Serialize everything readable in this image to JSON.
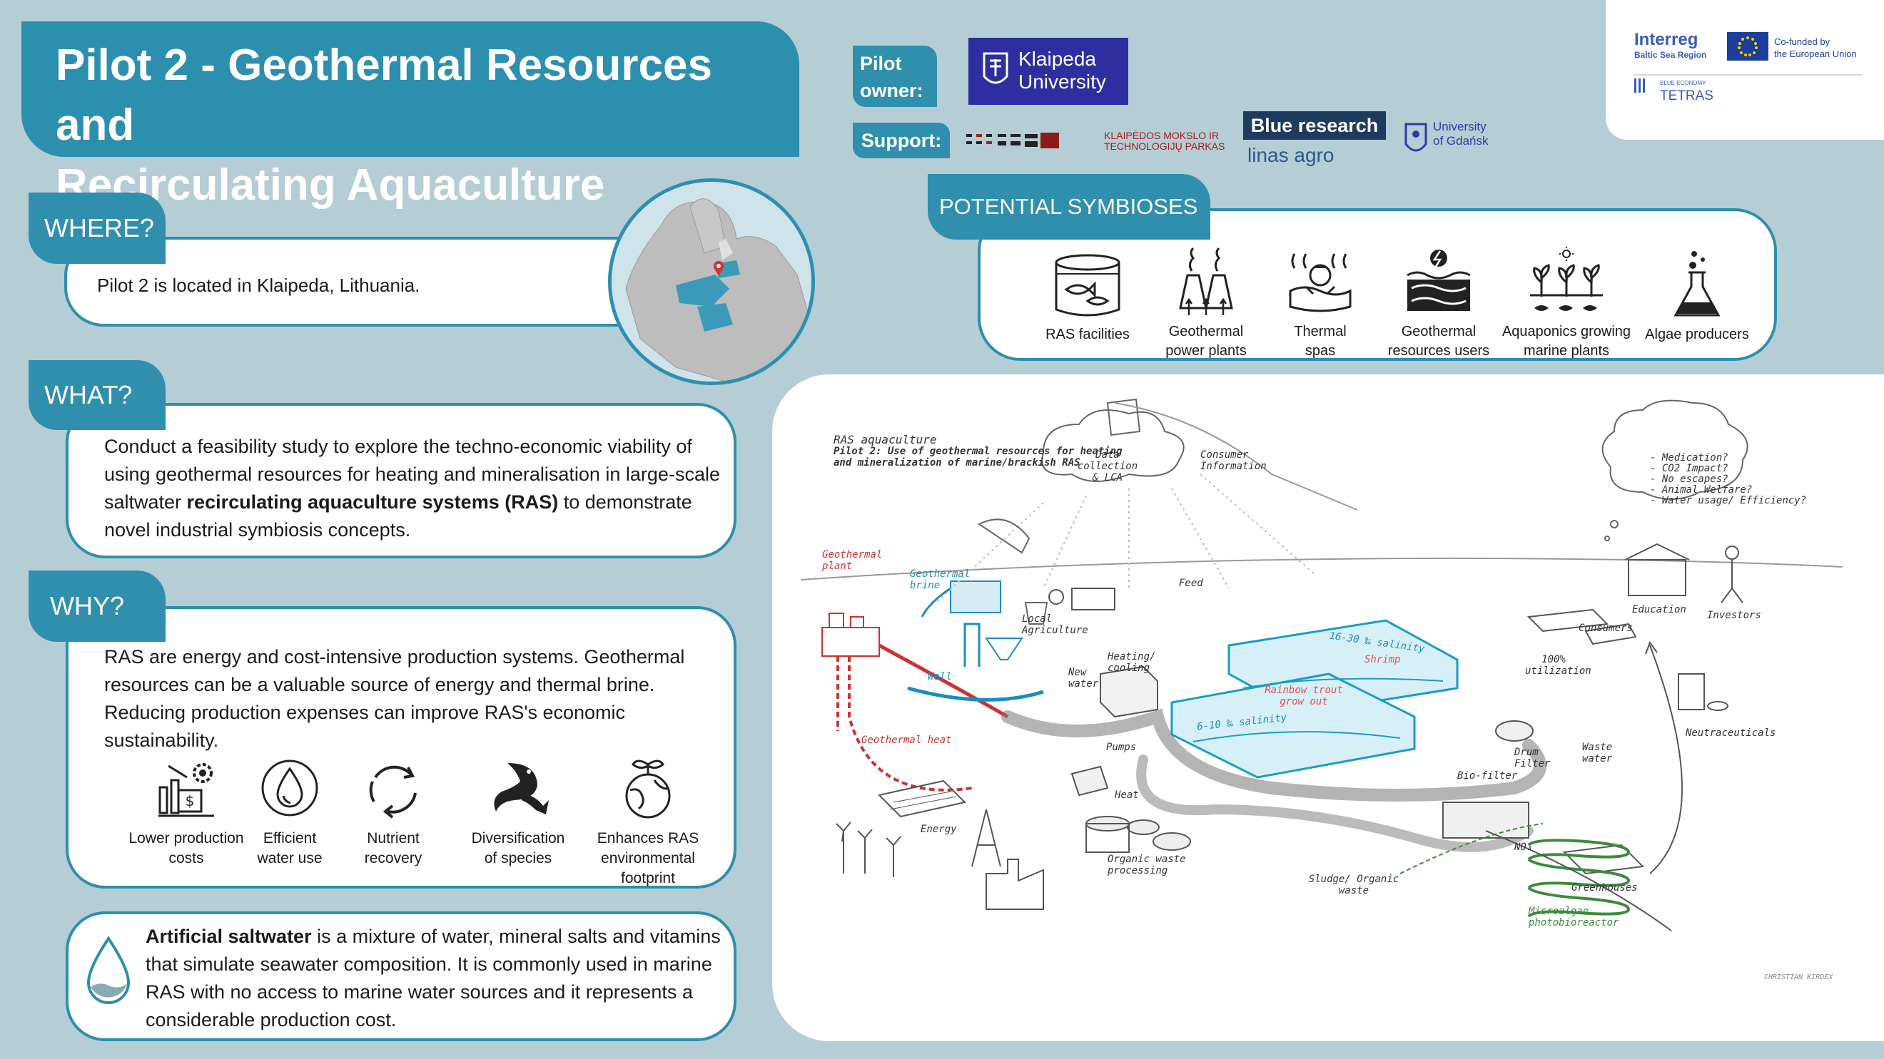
{
  "title": "Pilot 2 - Geothermal Resources and Recirculating Aquaculture",
  "title_line1": "Pilot 2 - Geothermal Resources and",
  "title_line2": "Recirculating Aquaculture",
  "pilot_owner": {
    "label_line1": "Pilot",
    "label_line2": "owner:",
    "org_line1": "Klaipeda",
    "org_line2": "University"
  },
  "support": {
    "label": "Support:",
    "orgs": [
      {
        "name_line1": "KLAIPĖDOS MOKSLO IR",
        "name_line2": "TECHNOLOGIJŲ PARKAS"
      },
      {
        "name": "Blue research"
      },
      {
        "name": "linas agro"
      },
      {
        "name_line1": "University",
        "name_line2": "of Gdańsk"
      }
    ]
  },
  "funder": {
    "interreg": "Interreg",
    "region": "Baltic Sea Region",
    "cofunded_line1": "Co-funded by",
    "cofunded_line2": "the European Union",
    "blue_economy": "BLUE ECONOMY",
    "project": "TETRAS"
  },
  "where": {
    "label": "WHERE?",
    "text": "Pilot 2 is located in Klaipeda, Lithuania."
  },
  "what": {
    "label": "WHAT?",
    "text_before": "Conduct a feasibility study to explore the techno-economic viability of using geothermal resources for heating and mineralisation in large-scale saltwater ",
    "text_bold": "recirculating aquaculture systems (RAS)",
    "text_after": " to demonstrate novel industrial symbiosis concepts."
  },
  "why": {
    "label": "WHY?",
    "text": "RAS are energy and cost-intensive production systems. Geothermal resources can be a valuable source of energy and thermal brine. Reducing production expenses can improve RAS's economic sustainability.",
    "benefits": [
      {
        "label_line1": "Lower production",
        "label_line2": "costs",
        "label_line3": "",
        "icon": "money-gear-icon"
      },
      {
        "label_line1": "Efficient",
        "label_line2": "water use",
        "label_line3": "",
        "icon": "water-drop-icon"
      },
      {
        "label_line1": "Nutrient",
        "label_line2": "recovery",
        "label_line3": "",
        "icon": "recycle-icon"
      },
      {
        "label_line1": "Diversification",
        "label_line2": "of species",
        "label_line3": "",
        "icon": "shrimp-fish-icon"
      },
      {
        "label_line1": "Enhances RAS",
        "label_line2": "environmental",
        "label_line3": "footprint",
        "icon": "earth-sprout-icon"
      }
    ]
  },
  "saltwater": {
    "bold": "Artificial saltwater",
    "text": " is a mixture of water, mineral salts and vitamins that simulate seawater composition. It is commonly used in marine RAS with no access to marine water sources and it represents a considerable production cost."
  },
  "symbioses": {
    "label": "POTENTIAL SYMBIOSES",
    "items": [
      {
        "line1": "RAS facilities",
        "line2": "",
        "icon": "ras-tank-icon"
      },
      {
        "line1": "Geothermal",
        "line2": "power plants",
        "icon": "power-plant-icon"
      },
      {
        "line1": "Thermal",
        "line2": "spas",
        "icon": "spa-icon"
      },
      {
        "line1": "Geothermal",
        "line2": "resources users",
        "icon": "geothermal-icon"
      },
      {
        "line1": "Aquaponics growing",
        "line2": "marine plants",
        "icon": "aquaponics-icon"
      },
      {
        "line1": "Algae producers",
        "line2": "",
        "icon": "flask-icon"
      }
    ]
  },
  "diagram": {
    "title": "RAS aquaculture",
    "subtitle_line1": "Pilot 2: Use of geothermal resources for heating",
    "subtitle_line2": "and mineralization of marine/brackish RAS",
    "labels": {
      "geothermal_plant": "Geothermal plant",
      "geothermal_brine": "Geothermal brine",
      "local_agriculture": "Local Agriculture",
      "well": "Well",
      "geothermal_heat": "Geothermal heat",
      "new_water": "New water",
      "heating_cooling": "Heating/ cooling",
      "feed": "Feed",
      "data": "Data collection & LCA",
      "consumer_info": "Consumer Information",
      "questions": [
        "- Medication?",
        "- CO2 Impact?",
        "- No escapes?",
        "- Animal Welfare?",
        "- Water usage/ Efficiency?"
      ],
      "salinity_high": "16-30 ‰ salinity",
      "shrimp": "Shrimp",
      "trout": "Rainbow trout grow out",
      "salinity_low": "6-10 ‰ salinity",
      "education": "Education",
      "investors": "Investors",
      "consumers": "Consumers",
      "utilization": "100% utilization",
      "pumps": "Pumps",
      "heat": "Heat",
      "drum_filter": "Drum Filter",
      "biofilter": "Bio-filter",
      "waste_water": "Waste water",
      "energy": "Energy",
      "organic_waste": "Organic waste processing",
      "no3": "NO₃",
      "sludge": "Sludge/ Organic waste",
      "greenhouses": "Greenhouses",
      "microalgae": "Microalgae photobioreactor",
      "nutraceuticals": "Neutraceuticals",
      "credit": "CHRISTIAN KIRDEX"
    }
  },
  "colors": {
    "teal": "#2d8fae",
    "background": "#b5cdd4",
    "white": "#ffffff"
  }
}
